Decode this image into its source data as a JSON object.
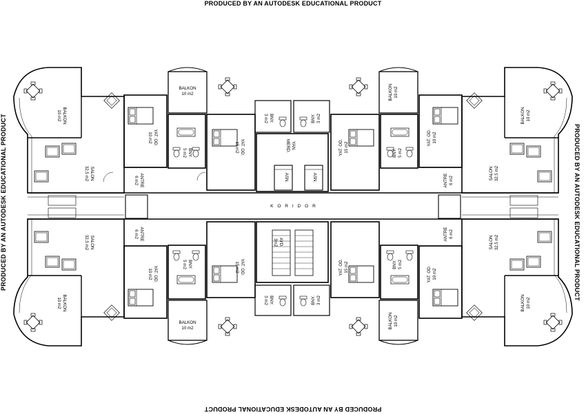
{
  "watermark": "PRODUCED BY AN AUTODESK EDUCATIONAL PRODUCT",
  "corridor": "K O R I D O R",
  "rooms": {
    "balkon": "BALKON",
    "balkon_area": "10 m2",
    "yatod": "YAT. OD.",
    "yatod_small_area": "10 m2",
    "yatod_big_area": "15 m2",
    "bny": "BNY.",
    "bny_small_area": "3 m2",
    "bny_big_area": "5 m2",
    "salon": "SALON",
    "salon_area": "32,5 m2",
    "antre": "ANTRE",
    "antre_area": "6 m2",
    "yan_merd_1": "YAN.",
    "yan_merd_2": "MERD.",
    "asn": "ASN.",
    "ayd": "AYD.",
    "ayd_area": "3m2"
  }
}
